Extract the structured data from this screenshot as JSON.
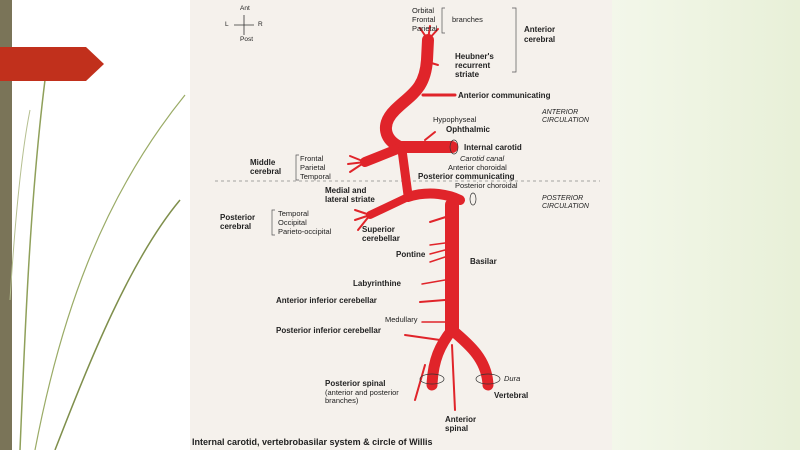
{
  "compass": {
    "north": "Ant",
    "south": "Post",
    "west": "L",
    "east": "R"
  },
  "labels": {
    "orbital": "Orbital",
    "frontal": "Frontal",
    "parietal": "Parietal",
    "branches": "branches",
    "anterior_cerebral": "Anterior cerebral",
    "heubners": "Heubner's recurrent striate",
    "anterior_communicating": "Anterior communicating",
    "anterior_circulation": "ANTERIOR CIRCULATION",
    "hypophyseal": "Hypophyseal",
    "ophthalmic": "Ophthalmic",
    "internal_carotid": "Internal carotid",
    "carotid_canal": "Carotid canal",
    "anterior_choroidal": "Anterior choroidal",
    "middle_cerebral": "Middle cerebral",
    "mc_frontal": "Frontal",
    "mc_parietal": "Parietal",
    "mc_temporal": "Temporal",
    "posterior_communicating": "Posterior communicating",
    "medial_lateral_striate": "Medial and lateral striate",
    "posterior_choroidal": "Posterior choroidal",
    "posterior_circulation": "POSTERIOR CIRCULATION",
    "posterior_cerebral": "Posterior cerebral",
    "pc_temporal": "Temporal",
    "pc_occipital": "Occipital",
    "pc_parieto": "Parieto-occipital",
    "superior_cerebellar": "Superior cerebellar",
    "pontine": "Pontine",
    "basilar": "Basilar",
    "labyrinthine": "Labyrinthine",
    "aica": "Anterior inferior cerebellar",
    "medullary": "Medullary",
    "pica": "Posterior inferior cerebellar",
    "posterior_spinal": "Posterior spinal",
    "posterior_spinal_note": "(anterior and posterior branches)",
    "dura": "Dura",
    "vertebral": "Vertebral",
    "anterior_spinal": "Anterior spinal"
  },
  "caption": "Internal carotid, vertebrobasilar system & circle of Willis",
  "colors": {
    "artery": "#e0242a",
    "accent_arrow": "#c1301c",
    "sidebar": "#7a7458",
    "panel": "#eaf1dc"
  }
}
